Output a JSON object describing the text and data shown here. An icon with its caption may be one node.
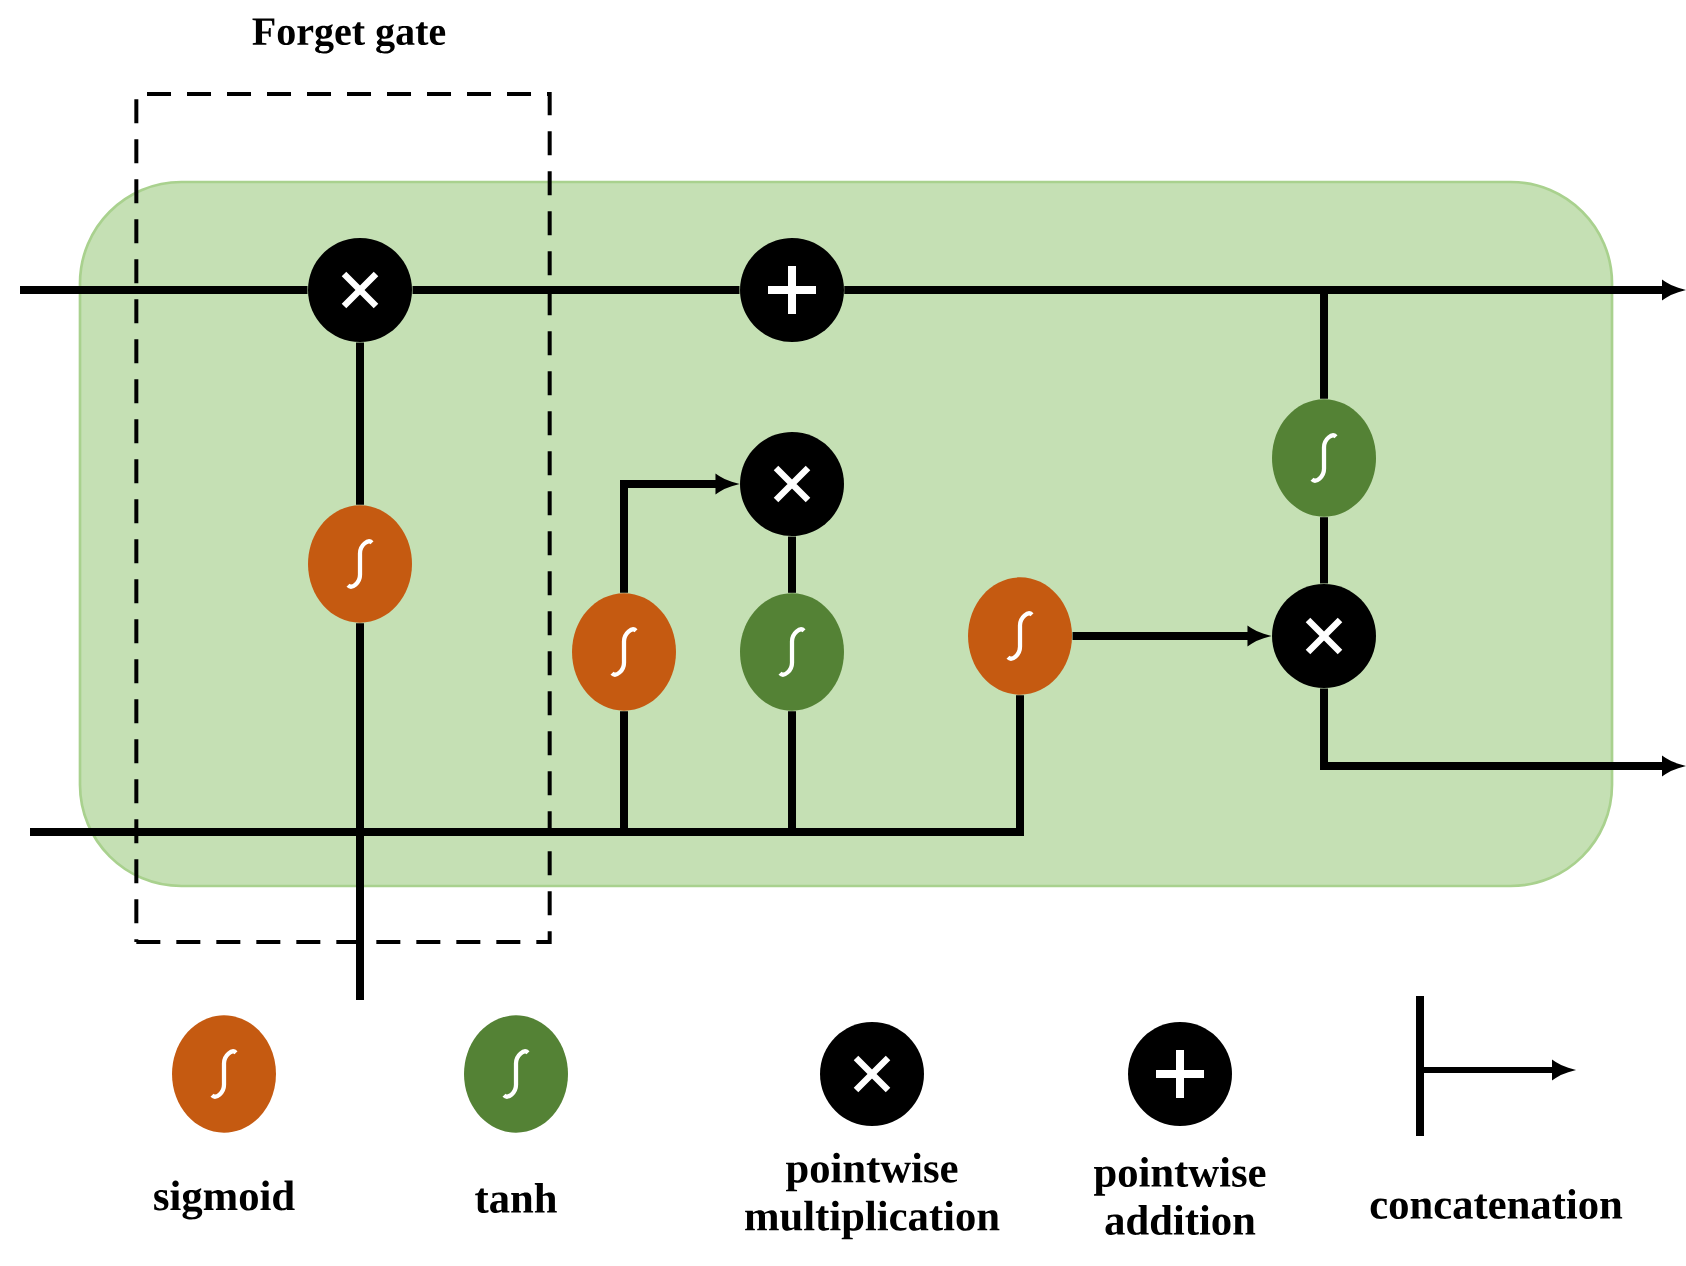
{
  "diagram": {
    "nodes": [
      {
        "text": [
          "Forget gate"
        ]
      },
      {
        "text": [],
        "shape": "circle",
        "in": 0
      },
      {
        "text": [],
        "shape": "circle"
      },
      {
        "text": [],
        "shape": "ellipse",
        "in": 0
      },
      {
        "text": [],
        "shape": "circle"
      },
      {
        "text": [],
        "shape": "ellipse"
      },
      {
        "text": [],
        "shape": "ellipse"
      },
      {
        "text": [],
        "shape": "ellipse"
      },
      {
        "text": [],
        "shape": "ellipse"
      },
      {
        "text": [],
        "shape": "circle"
      }
    ],
    "edges": [
      {
        "from": null,
        "to": 1,
        "arrow": "none"
      },
      {
        "from": 1,
        "to": 2,
        "arrow": "none"
      },
      {
        "from": 2,
        "to": null,
        "arrow": "to"
      },
      {
        "from": 3,
        "to": 1,
        "arrow": "none"
      },
      {
        "from": 5,
        "to": 4,
        "arrow": "to"
      },
      {
        "from": 6,
        "to": 4,
        "arrow": "none"
      },
      {
        "from": 2,
        "to": 8,
        "arrow": "none"
      },
      {
        "from": 8,
        "to": 9,
        "arrow": "none"
      },
      {
        "from": 7,
        "to": 9,
        "arrow": "to"
      },
      {
        "from": 9,
        "to": null,
        "arrow": "to"
      },
      {
        "from": null,
        "to": 3,
        "arrow": "none"
      },
      {
        "from": null,
        "to": 7,
        "arrow": "none"
      },
      {
        "from": null,
        "to": 5,
        "arrow": "none"
      },
      {
        "from": null,
        "to": 6,
        "arrow": "none"
      }
    ],
    "legend": [
      {
        "text": "sigmoid"
      },
      {
        "text": "tanh"
      },
      {
        "text": "pointwise multiplication"
      },
      {
        "text": "pointwise addition"
      },
      {
        "text": "concatenation"
      }
    ]
  }
}
